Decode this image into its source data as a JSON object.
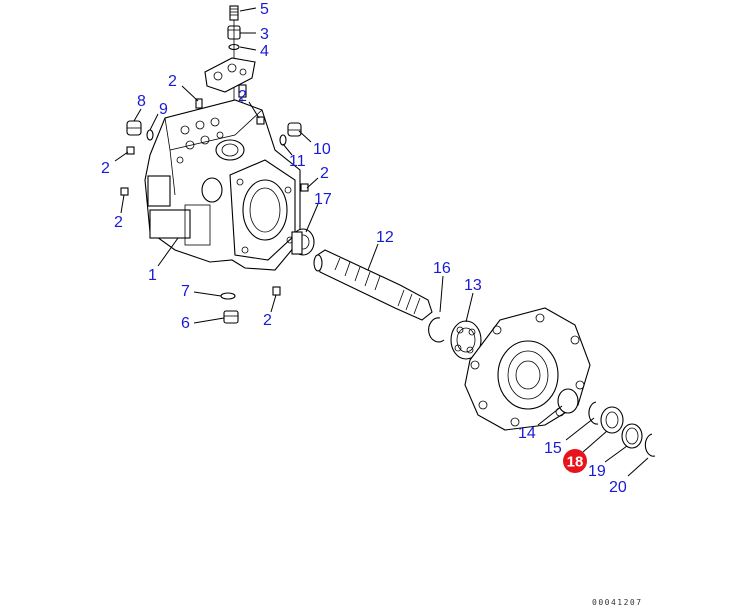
{
  "diagram": {
    "highlight_color": "#e8141c",
    "label_color": "#1a1ad6",
    "highlighted_callout": "18",
    "drawing_code": "00041207",
    "callouts": [
      {
        "id": "c-5",
        "text": "5"
      },
      {
        "id": "c-3",
        "text": "3"
      },
      {
        "id": "c-4",
        "text": "4"
      },
      {
        "id": "c-2a",
        "text": "2"
      },
      {
        "id": "c-8",
        "text": "8"
      },
      {
        "id": "c-9",
        "text": "9"
      },
      {
        "id": "c-2b",
        "text": "2"
      },
      {
        "id": "c-10",
        "text": "10"
      },
      {
        "id": "c-11",
        "text": "11"
      },
      {
        "id": "c-2c",
        "text": "2"
      },
      {
        "id": "c-2d",
        "text": "2"
      },
      {
        "id": "c-17",
        "text": "17"
      },
      {
        "id": "c-2e",
        "text": "2"
      },
      {
        "id": "c-12",
        "text": "12"
      },
      {
        "id": "c-1",
        "text": "1"
      },
      {
        "id": "c-16",
        "text": "16"
      },
      {
        "id": "c-13",
        "text": "13"
      },
      {
        "id": "c-7",
        "text": "7"
      },
      {
        "id": "c-6",
        "text": "6"
      },
      {
        "id": "c-2f",
        "text": "2"
      },
      {
        "id": "c-14",
        "text": "14"
      },
      {
        "id": "c-15",
        "text": "15"
      },
      {
        "id": "c-18",
        "text": "18"
      },
      {
        "id": "c-19",
        "text": "19"
      },
      {
        "id": "c-20",
        "text": "20"
      }
    ]
  }
}
